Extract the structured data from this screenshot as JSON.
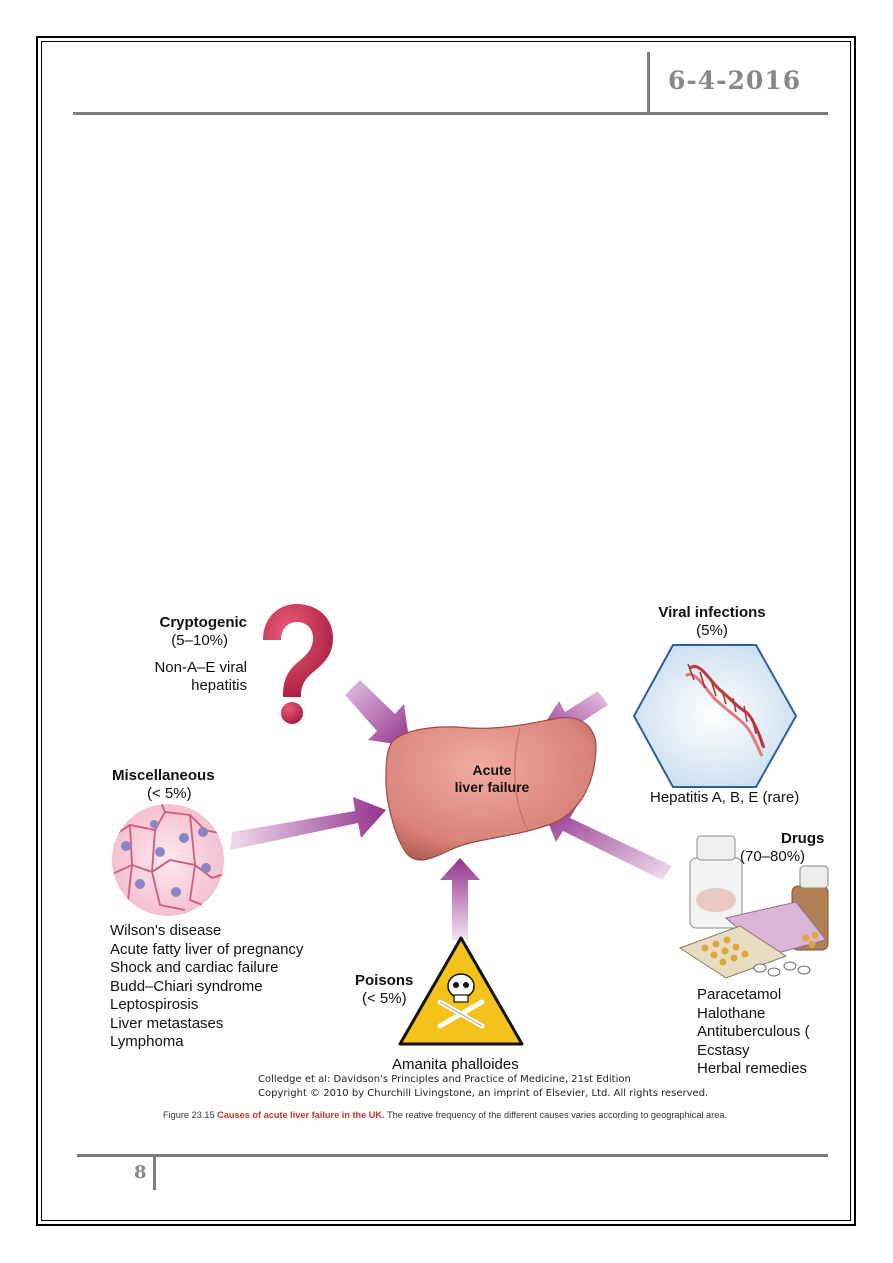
{
  "header": {
    "date": "6-4-2016"
  },
  "footer": {
    "page_number": "8"
  },
  "figure": {
    "center_label_1": "Acute",
    "center_label_2": "liver failure",
    "cryptogenic": {
      "title": "Cryptogenic",
      "pct": "(5–10%)",
      "desc_1": "Non-A–E viral",
      "desc_2": "hepatitis"
    },
    "viral": {
      "title": "Viral infections",
      "pct": "(5%)",
      "desc": "Hepatitis A, B, E (rare)"
    },
    "misc": {
      "title": "Miscellaneous",
      "pct": "(< 5%)",
      "items": [
        "Wilson's disease",
        "Acute fatty liver of pregnancy",
        "Shock and cardiac failure",
        "Budd–Chiari syndrome",
        "Leptospirosis",
        "Liver metastases",
        "Lymphoma"
      ]
    },
    "poisons": {
      "title": "Poisons",
      "pct": "(< 5%)",
      "desc": "Amanita phalloides"
    },
    "drugs": {
      "title": "Drugs",
      "pct": "(70–80%)",
      "items": [
        "Paracetamol",
        "Halothane",
        "Antituberculous (",
        "Ecstasy",
        "Herbal remedies"
      ]
    },
    "source_1": "Colledge et al: Davidson's Principles and Practice of Medicine, 21st Edition",
    "source_2": "Copyright © 2010 by Churchill Livingstone, an imprint of Elsevier, Ltd. All rights reserved.",
    "caption_label": "Figure 23.15",
    "caption_bold": "Causes of acute liver failure in the UK.",
    "caption_text": "The reative frequency of the different causes varies according to geographical area."
  },
  "colors": {
    "arrow": "#9b3a96",
    "liver": "#d9837a",
    "question": "#c2274a",
    "hexagon": "#2d5f9a",
    "warning": "#f4c21a",
    "rule": "#7d7d7d"
  }
}
